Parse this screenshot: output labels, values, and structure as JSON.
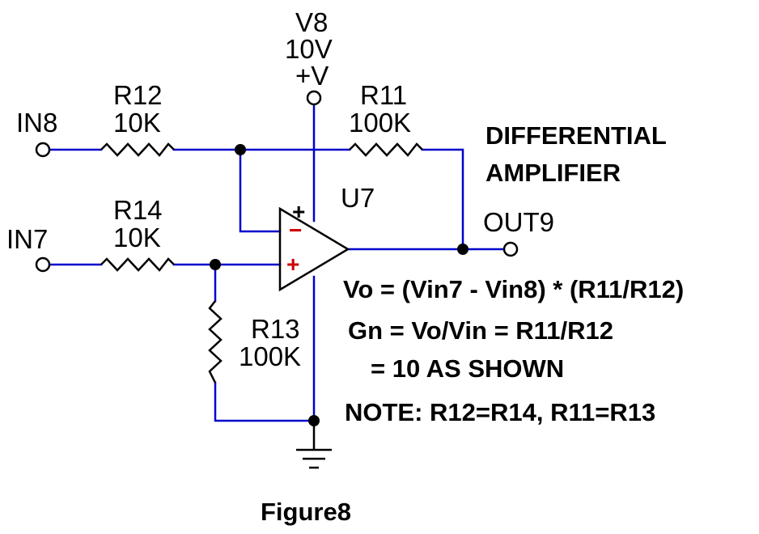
{
  "supply": {
    "name": "V8",
    "value": "10V",
    "node": "+V"
  },
  "inputs": {
    "in8": "IN8",
    "in7": "IN7"
  },
  "output": "OUT9",
  "resistors": {
    "r12": {
      "name": "R12",
      "value": "10K"
    },
    "r11": {
      "name": "R11",
      "value": "100K"
    },
    "r14": {
      "name": "R14",
      "value": "10K"
    },
    "r13": {
      "name": "R13",
      "value": "100K"
    }
  },
  "opamp": {
    "name": "U7",
    "upper_sign": "+",
    "lower_sign": "+",
    "minus_sign": "−"
  },
  "title": {
    "line1": "DIFFERENTIAL",
    "line2": "AMPLIFIER"
  },
  "notes": {
    "formula": "Vo = (Vin7 - Vin8) * (R11/R12)",
    "gain": "Gn = Vo/Vin = R11/R12",
    "gain_value": "= 10 AS SHOWN",
    "note": "NOTE: R12=R14, R11=R13"
  },
  "caption": "Figure8",
  "colors": {
    "wire": "#0000cc",
    "component": "#000000",
    "plus_sign": "#cc0000"
  }
}
